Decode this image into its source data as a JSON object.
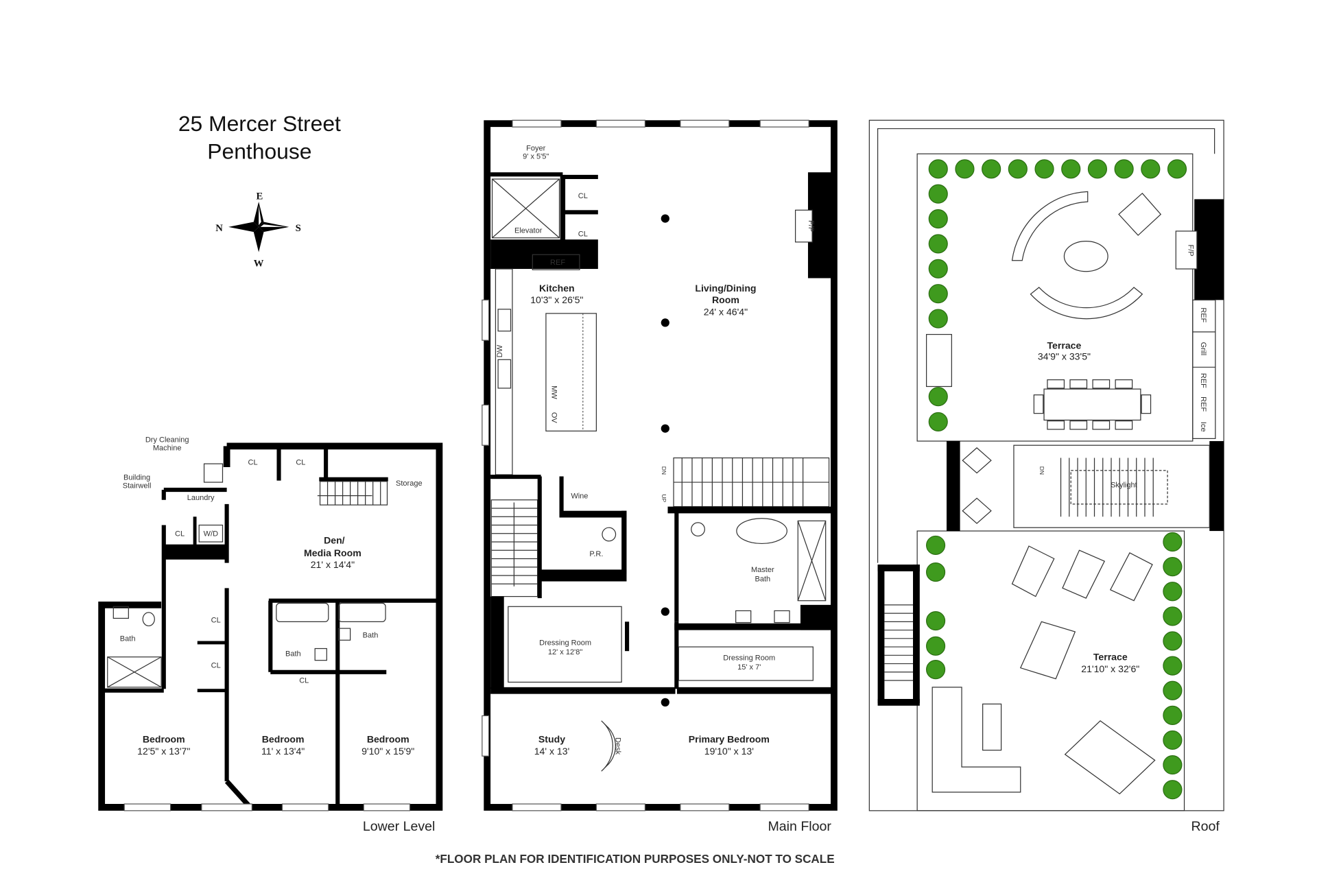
{
  "header": {
    "title_line1": "25 Mercer Street",
    "title_line2": "Penthouse"
  },
  "compass": {
    "north": "N",
    "east": "E",
    "south": "S",
    "west": "W"
  },
  "lower_level": {
    "label": "Lower Level",
    "rooms": {
      "dry_cleaning_1": "Dry Cleaning",
      "dry_cleaning_2": "Machine",
      "stairwell_1": "Building",
      "stairwell_2": "Stairwell",
      "laundry": "Laundry",
      "cl1": "CL",
      "cl2": "CL",
      "cl3": "CL",
      "wd": "W/D",
      "storage": "Storage",
      "den_1": "Den/",
      "den_2": "Media Room",
      "den_dim": "21' x 14'4\"",
      "cl4": "CL",
      "cl5": "CL",
      "cl6": "CL",
      "bath1": "Bath",
      "bath2": "Bath",
      "bath3": "Bath",
      "bed1": "Bedroom",
      "bed1_dim": "12'5\" x 13'7\"",
      "bed2": "Bedroom",
      "bed2_dim": "11' x 13'4\"",
      "bed3": "Bedroom",
      "bed3_dim": "9'10\" x 15'9\""
    }
  },
  "main_floor": {
    "label": "Main Floor",
    "rooms": {
      "foyer": "Foyer",
      "foyer_dim": "9' x 5'5\"",
      "cl1": "CL",
      "cl2": "CL",
      "elevator": "Elevator",
      "ref": "REF",
      "kitchen": "Kitchen",
      "kitchen_dim": "10'3\" x 26'5\"",
      "living_1": "Living/Dining",
      "living_2": "Room",
      "living_dim": "24' x 46'4\"",
      "fp": "F/P",
      "dw": "DW",
      "mw": "MW",
      "ov": "OV",
      "wine": "Wine",
      "pr": "P.R.",
      "dn": "DN",
      "up": "UP",
      "master_bath_1": "Master",
      "master_bath_2": "Bath",
      "dressing1": "Dressing Room",
      "dressing1_dim": "12' x 12'8\"",
      "dressing2": "Dressing Room",
      "dressing2_dim": "15' x 7'",
      "study": "Study",
      "study_dim": "14' x 13'",
      "desk": "Desk",
      "primary": "Primary Bedroom",
      "primary_dim": "19'10\" x 13'"
    }
  },
  "roof": {
    "label": "Roof",
    "rooms": {
      "terrace1": "Terrace",
      "terrace1_dim": "34'9\" x 33'5\"",
      "fp": "F/P",
      "ref1": "REF",
      "grill": "Grill",
      "ref2": "REF",
      "ref3": "REF",
      "ice": "Ice",
      "dn": "DN",
      "skylight": "Skylight",
      "terrace2": "Terrace",
      "terrace2_dim": "21'10\" x 32'6\""
    }
  },
  "footer": {
    "disclaimer": "*FLOOR PLAN FOR IDENTIFICATION PURPOSES ONLY-NOT TO SCALE"
  },
  "colors": {
    "walls": "#000000",
    "plants": "#3f9a1e",
    "background": "#ffffff"
  }
}
